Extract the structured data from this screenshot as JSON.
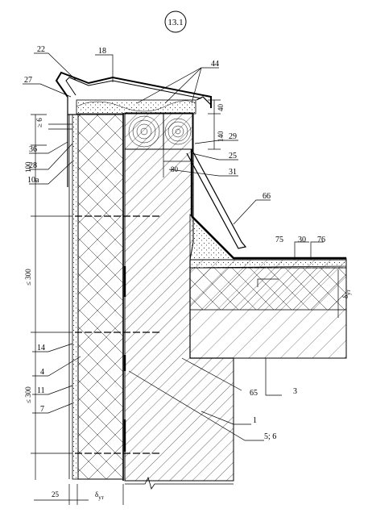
{
  "figure": {
    "number": "13.1"
  },
  "callouts": [
    {
      "id": "c22",
      "text": "22"
    },
    {
      "id": "c18",
      "text": "18"
    },
    {
      "id": "c27",
      "text": "27"
    },
    {
      "id": "c44",
      "text": "44"
    },
    {
      "id": "c36",
      "text": "36"
    },
    {
      "id": "c28",
      "text": "28"
    },
    {
      "id": "c10a",
      "text": "10a"
    },
    {
      "id": "c29",
      "text": "29"
    },
    {
      "id": "c25",
      "text": "25"
    },
    {
      "id": "c31",
      "text": "31"
    },
    {
      "id": "c66",
      "text": "66"
    },
    {
      "id": "c75",
      "text": "75"
    },
    {
      "id": "c30",
      "text": "30"
    },
    {
      "id": "c76",
      "text": "76"
    },
    {
      "id": "c14",
      "text": "14"
    },
    {
      "id": "c4",
      "text": "4"
    },
    {
      "id": "c11",
      "text": "11"
    },
    {
      "id": "c7",
      "text": "7"
    },
    {
      "id": "c65",
      "text": "65"
    },
    {
      "id": "c3",
      "text": "3"
    },
    {
      "id": "c1",
      "text": "1"
    },
    {
      "id": "c56",
      "text": "5; 6"
    }
  ],
  "dimensions": [
    {
      "id": "d6",
      "text": "≥ 6"
    },
    {
      "id": "d100",
      "text": "100"
    },
    {
      "id": "d300a",
      "text": "≤ 300"
    },
    {
      "id": "d300b",
      "text": "≤ 300"
    },
    {
      "id": "d25",
      "text": "25"
    },
    {
      "id": "d40",
      "text": "40"
    },
    {
      "id": "d140",
      "text": "140"
    },
    {
      "id": "d80",
      "text": "80"
    }
  ],
  "symbols": {
    "delta": "δ",
    "ut": "ут"
  }
}
